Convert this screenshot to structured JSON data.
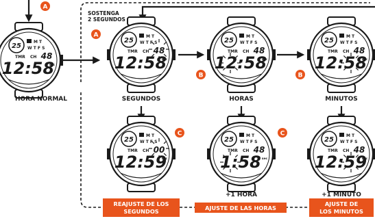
{
  "colors": {
    "accent": "#e8541c",
    "ink": "#1a1a1a",
    "badge_text": "#ffffff"
  },
  "hold_instruction": {
    "line1": "SOSTENGA",
    "line2": "2 SEGUNDOS"
  },
  "button_badges": {
    "a": "A",
    "b": "B",
    "c": "C"
  },
  "watches": [
    {
      "id": "hora-normal",
      "caption": "HORA NORMAL",
      "time": "12:58",
      "seconds": "48",
      "flash": "none"
    },
    {
      "id": "segundos",
      "caption": "SEGUNDOS",
      "time": "12:58",
      "seconds": "48",
      "flash": "seconds"
    },
    {
      "id": "horas",
      "caption": "HORAS",
      "time": "12:58",
      "seconds": "48",
      "flash": "hours"
    },
    {
      "id": "minutos",
      "caption": "MINUTOS",
      "time": "12:58",
      "seconds": "48",
      "flash": "minutes"
    },
    {
      "id": "reajuste",
      "caption": "",
      "time": "12:59",
      "seconds": "00",
      "flash": "seconds"
    },
    {
      "id": "mas-hora",
      "caption": "+1 HORA",
      "time": "1:58",
      "seconds": "48",
      "flash": "hours"
    },
    {
      "id": "mas-minuto",
      "caption": "+1 MINUTO",
      "time": "12:59",
      "seconds": "48",
      "flash": "minutes"
    }
  ],
  "watch_face": {
    "top_left_number": "25",
    "day_row_1": "M T",
    "day_row_2": "W T F S",
    "tmr": "TMR",
    "ch": "CH",
    "sec": "sec"
  },
  "action_boxes": {
    "reajuste_segundos": {
      "line1": "REAJUSTE DE LOS",
      "line2": "SEGUNDOS"
    },
    "ajuste_horas": {
      "line1": "AJUSTE DE LAS HORAS"
    },
    "ajuste_minutos": {
      "line1": "AJUSTE DE",
      "line2": "LOS MINUTOS"
    }
  }
}
